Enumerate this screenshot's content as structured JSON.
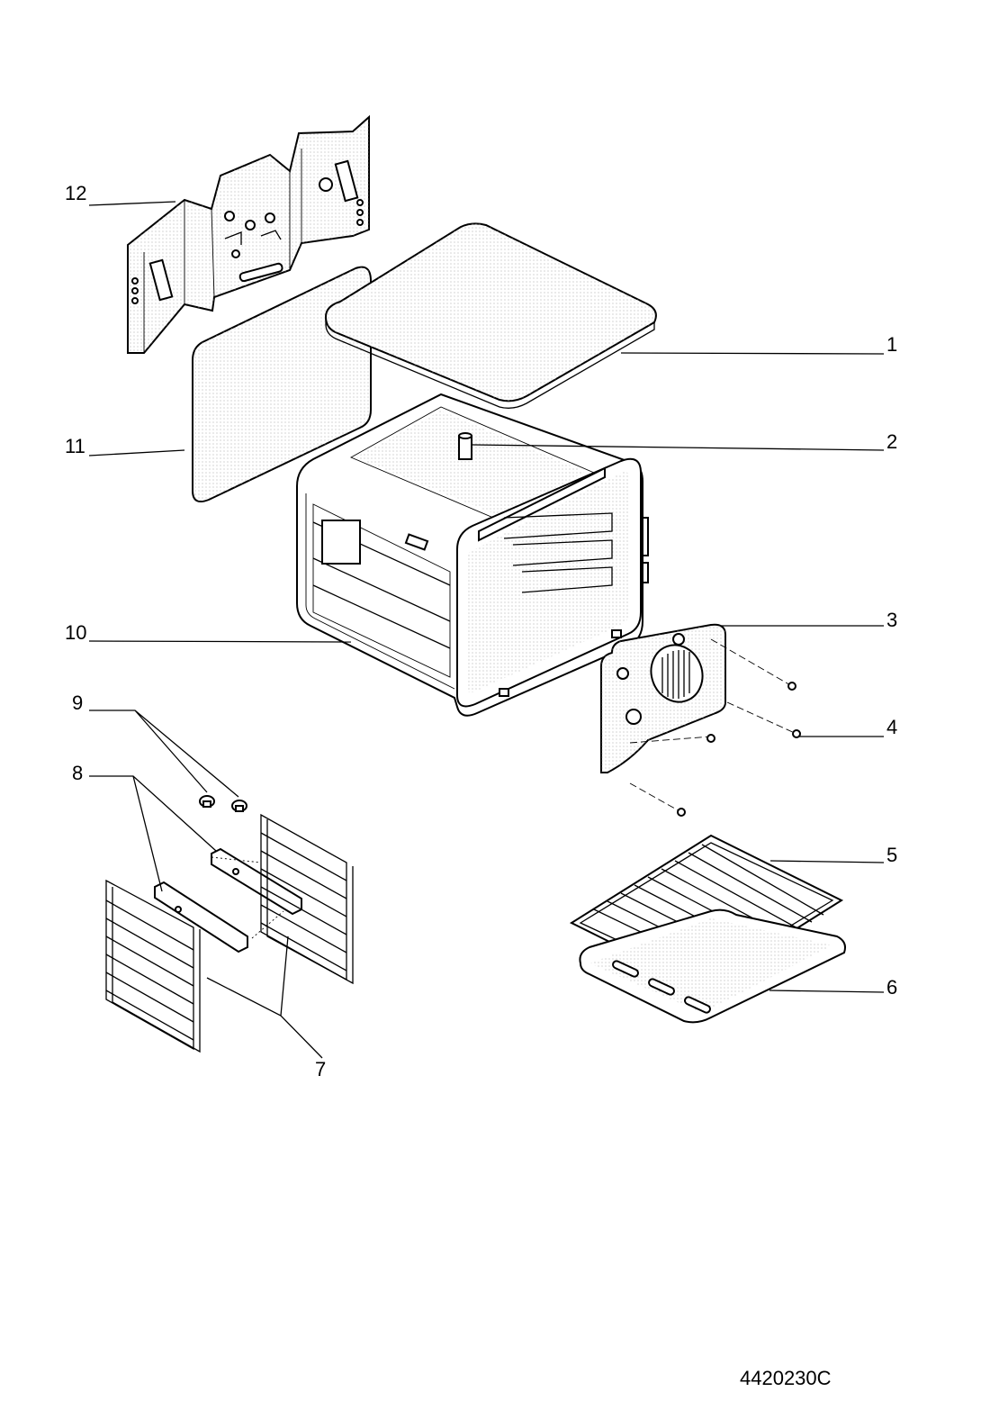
{
  "callouts": [
    {
      "id": "1",
      "text": "1"
    },
    {
      "id": "2",
      "text": "2"
    },
    {
      "id": "3",
      "text": "3"
    },
    {
      "id": "4",
      "text": "4"
    },
    {
      "id": "5",
      "text": "5"
    },
    {
      "id": "6",
      "text": "6"
    },
    {
      "id": "7",
      "text": "7"
    },
    {
      "id": "8",
      "text": "8"
    },
    {
      "id": "9",
      "text": "9"
    },
    {
      "id": "10",
      "text": "10"
    },
    {
      "id": "11",
      "text": "11"
    },
    {
      "id": "12",
      "text": "12"
    }
  ],
  "drawing_reference": "4420230C",
  "colors": {
    "line": "#000000",
    "background": "#ffffff",
    "stipple": "#9a9a9a"
  }
}
